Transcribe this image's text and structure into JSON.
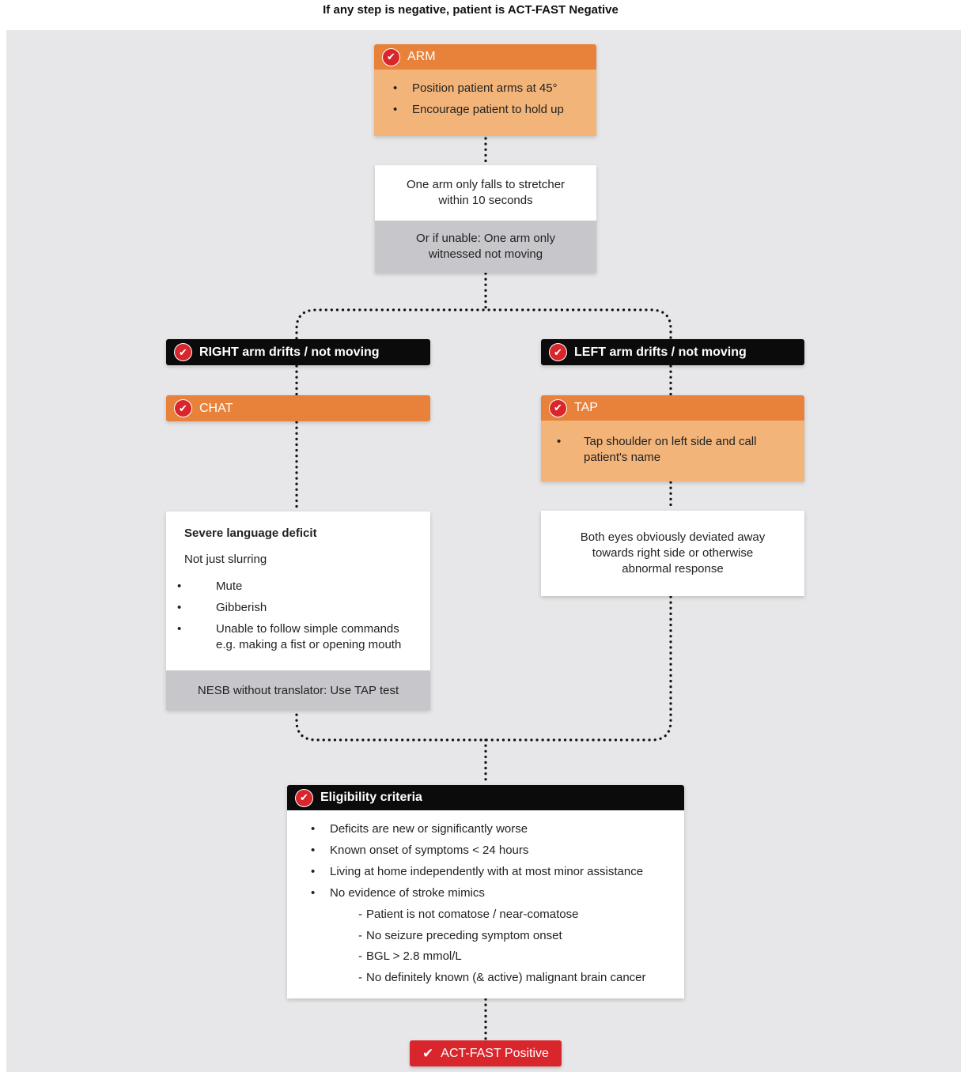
{
  "top_note": "If any step is negative, patient is ACT-FAST Negative",
  "check_icon": "✔",
  "colors": {
    "orange": "#e8823a",
    "orange_light": "#f3b479",
    "black": "#0b0b0b",
    "red": "#d8262c",
    "grey": "#c7c7cb",
    "background": "#e7e7e9"
  },
  "arm": {
    "title": "ARM",
    "items": [
      "Position patient arms at 45°",
      "Encourage patient to hold up"
    ]
  },
  "arm_result": {
    "main": "One arm only falls to stretcher within 10 seconds",
    "alt": "Or if unable: One arm only witnessed not moving"
  },
  "right_branch": {
    "title": "RIGHT arm drifts / not moving",
    "step": "CHAT",
    "deficit_title": "Severe language deficit",
    "deficit_sub": "Not just slurring",
    "deficit_items": [
      "Mute",
      "Gibberish",
      "Unable to follow simple commands e.g. making a fist or opening mouth"
    ],
    "note": "NESB without translator: Use TAP test"
  },
  "left_branch": {
    "title": "LEFT arm drifts / not moving",
    "step": "TAP",
    "step_items": [
      "Tap shoulder on left side and call patient's name"
    ],
    "result": "Both eyes obviously deviated away towards right side or otherwise abnormal response"
  },
  "eligibility": {
    "title": "Eligibility criteria",
    "items": [
      "Deficits are new or significantly worse",
      "Known onset of symptoms < 24 hours",
      "Living at home independently with at most minor assistance",
      "No evidence of stroke mimics"
    ],
    "sub_items": [
      "Patient is not comatose / near-comatose",
      "No seizure preceding symptom onset",
      "BGL > 2.8 mmol/L",
      "No definitely known (& active) malignant brain cancer"
    ]
  },
  "outcome": {
    "label": "ACT-FAST Positive"
  }
}
